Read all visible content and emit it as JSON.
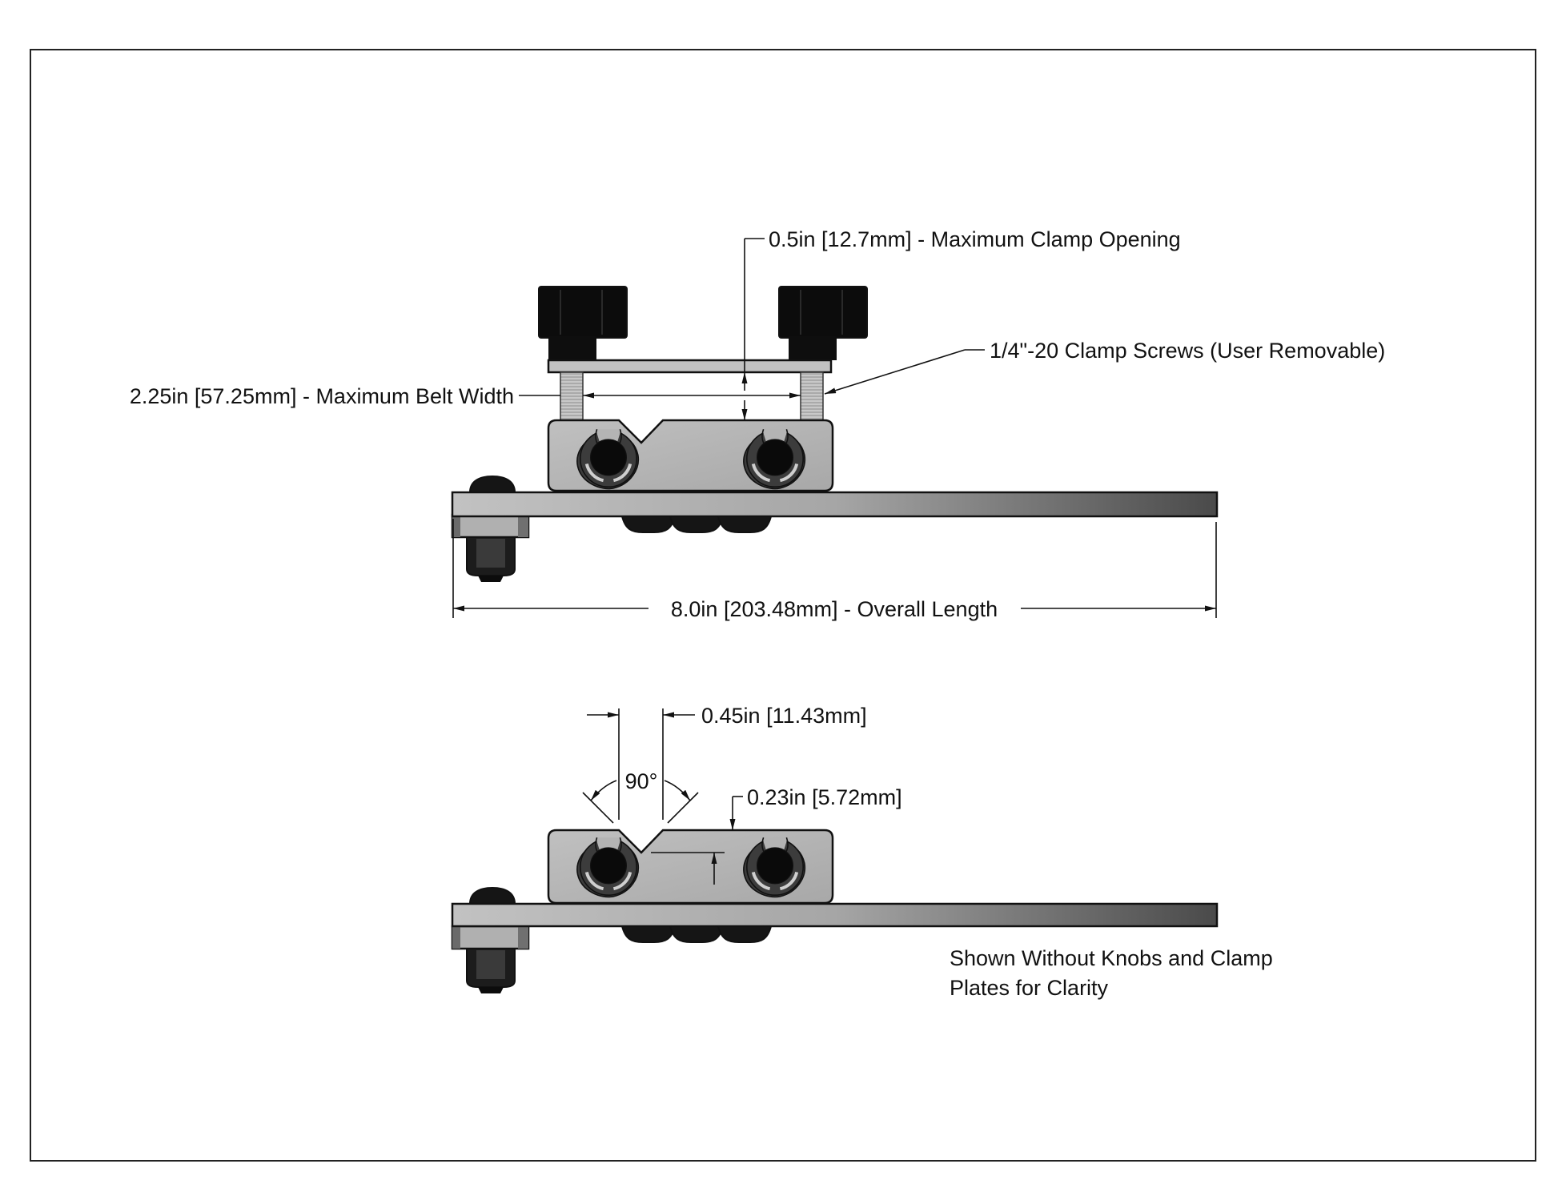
{
  "drawing": {
    "upper_view": {
      "callouts": {
        "clamp_opening": "0.5in [12.7mm] - Maximum Clamp Opening",
        "clamp_screws": "1/4\"-20 Clamp Screws (User Removable)",
        "belt_width": "2.25in [57.25mm] - Maximum Belt Width",
        "overall_length": "8.0in [203.48mm] - Overall Length"
      }
    },
    "lower_view": {
      "callouts": {
        "v_groove_width": "0.45in [11.43mm]",
        "v_groove_angle": "90°",
        "v_groove_depth": "0.23in [5.72mm]"
      },
      "note_lines": [
        "Shown Without Knobs and Clamp",
        "Plates for Clarity"
      ]
    },
    "colors": {
      "frame": "#222222",
      "block_fill": "#b4b4b4",
      "bar_light": "#b8b8b8",
      "bar_dark": "#4a4a4a",
      "hardware": "#0c0c0c",
      "ring": "#3c3c3c"
    }
  }
}
